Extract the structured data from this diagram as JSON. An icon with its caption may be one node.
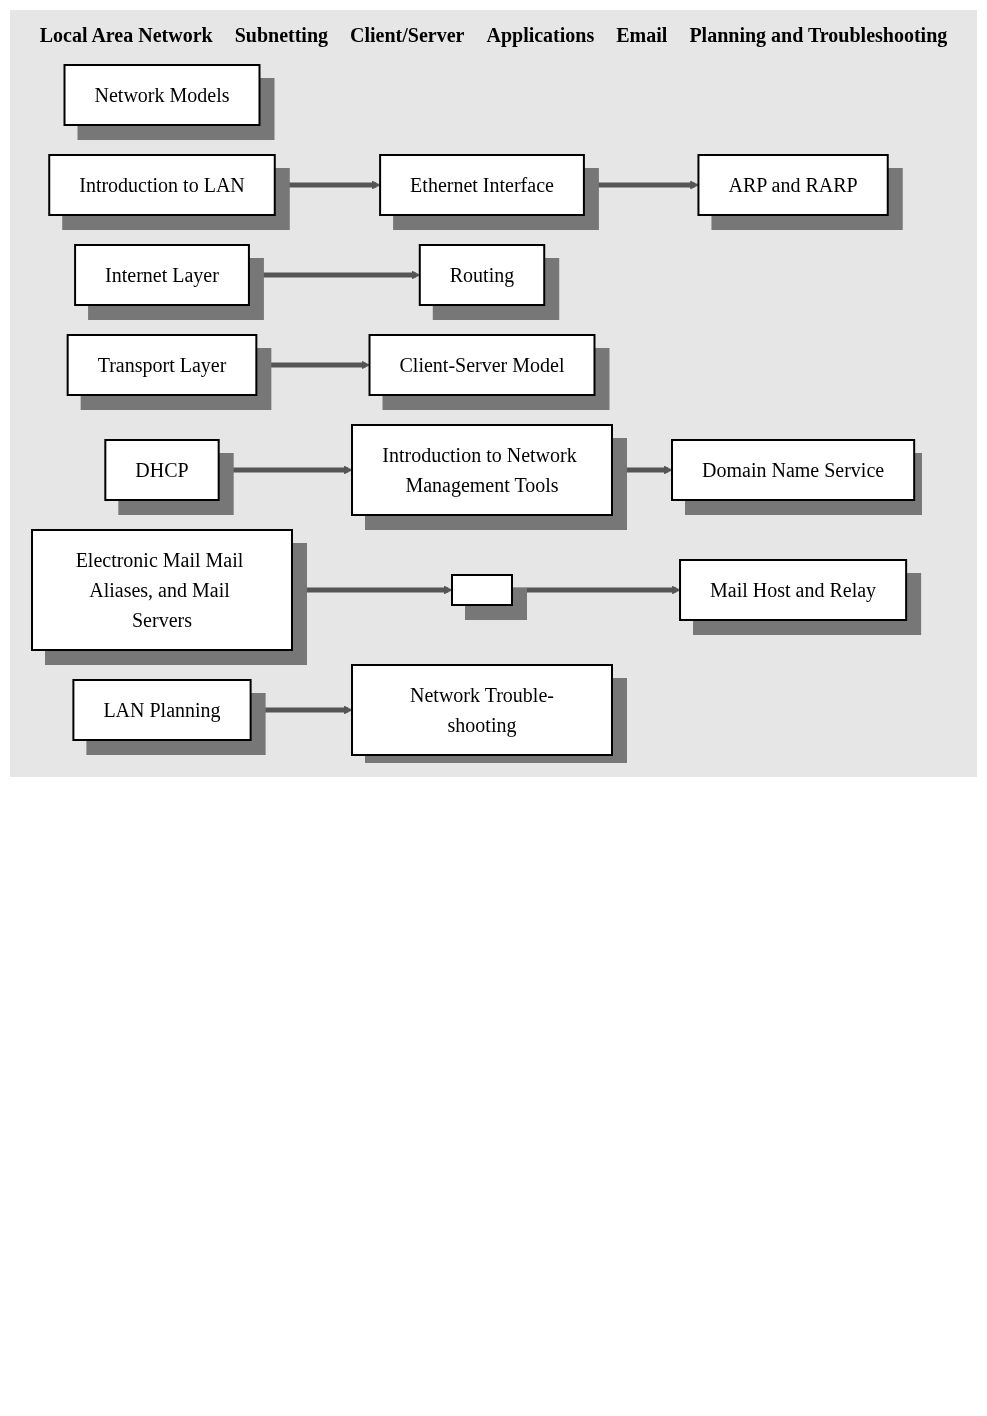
{
  "diagram": {
    "nodes": [
      {
        "text": [
          "Network Models"
        ]
      },
      {
        "text": [
          "Introduction to LAN"
        ]
      },
      {
        "text": [
          "Ethernet Interface"
        ]
      },
      {
        "text": [
          "ARP and RARP"
        ]
      },
      {
        "text": [
          "Internet Layer"
        ]
      },
      {
        "text": [
          "Routing"
        ]
      },
      {
        "text": [
          "Transport Layer"
        ]
      },
      {
        "text": [
          "Client-Server Model"
        ]
      },
      {
        "text": [
          "DHCP"
        ]
      },
      {
        "text": [
          "Introduction to Network Management Tools"
        ]
      },
      {
        "text": [
          "Domain Name Service"
        ]
      },
      {
        "text": [
          "Electronic Mail Mail Aliases, and Mail Servers"
        ]
      },
      {
        "text": [],
        "shape": "box"
      },
      {
        "text": [
          "Mail Host and Relay"
        ]
      },
      {
        "text": [
          "LAN Planning"
        ]
      },
      {
        "text": [
          "Network Trouble-shooting"
        ]
      }
    ],
    "edges": [
      {
        "from": 1,
        "to": 2,
        "arrow": "to"
      },
      {
        "from": 2,
        "to": 3,
        "arrow": "to"
      },
      {
        "from": 4,
        "to": 5,
        "arrow": "to"
      },
      {
        "from": 6,
        "to": 7,
        "arrow": "to"
      },
      {
        "from": 8,
        "to": 9,
        "arrow": "to"
      },
      {
        "from": 9,
        "to": 10,
        "arrow": "to"
      },
      {
        "from": 11,
        "to": 12,
        "arrow": "to"
      },
      {
        "from": 12,
        "to": 13,
        "arrow": "to"
      },
      {
        "from": 14,
        "to": 15,
        "arrow": "to"
      }
    ],
    "labels": [
      "Local Area Network",
      "Subnetting",
      "Client/Server",
      "Applications",
      "Email",
      "Planning and Troubleshooting"
    ]
  }
}
